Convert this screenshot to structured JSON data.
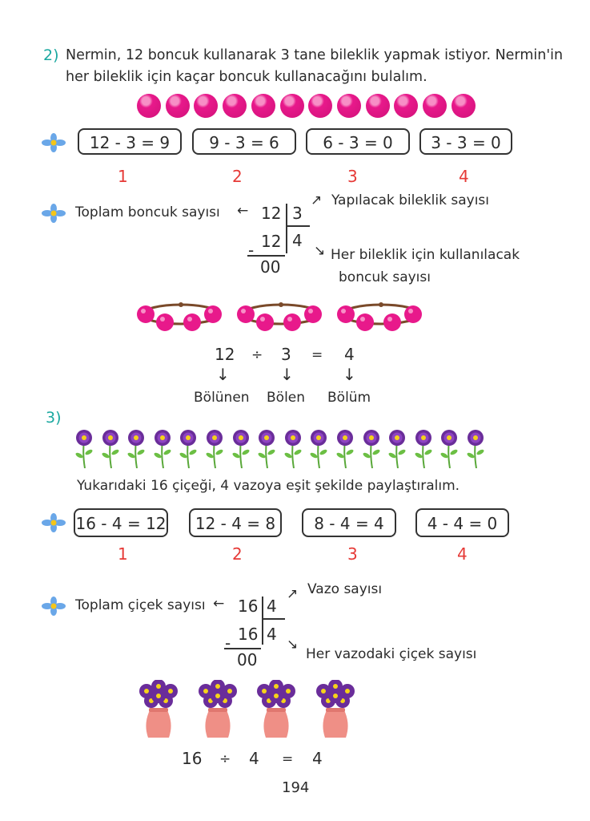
{
  "problem2": {
    "number": "2)",
    "line1": "Nermin, 12 boncuk kullanarak 3 tane bileklik yapmak istiyor. Nermin'in",
    "line2": "her bileklik için kaçar boncuk kullanacağını bulalım.",
    "bead_count": 12,
    "steps": [
      "12 - 3 = 9",
      "9 - 3 = 6",
      "6 - 3 = 0",
      "3 - 3 = 0"
    ],
    "step_numbers": [
      "1",
      "2",
      "3",
      "4"
    ],
    "division": {
      "total_label": "Toplam boncuk sayısı",
      "dividend": "12",
      "divisor": "3",
      "product": "12",
      "quotient": "4",
      "minus": "-",
      "remainder": "00",
      "divisor_label": "Yapılacak bileklik sayısı",
      "quotient_label_1": "Her bileklik için kullanılacak",
      "quotient_label_2": "boncuk sayısı"
    },
    "bracelet_count": 3,
    "equation": {
      "a": "12",
      "op": "÷",
      "b": "3",
      "eq": "=",
      "c": "4"
    },
    "terms": {
      "dividend": "Bölünen",
      "divisor": "Bölen",
      "quotient": "Bölüm"
    }
  },
  "problem3": {
    "number": "3)",
    "flower_count": 16,
    "caption": "Yukarıdaki 16 çiçeği, 4 vazoya eşit şekilde paylaştıralım.",
    "steps": [
      "16 - 4 = 12",
      "12 - 4 = 8",
      "8 - 4 = 4",
      "4 - 4 = 0"
    ],
    "step_numbers": [
      "1",
      "2",
      "3",
      "4"
    ],
    "division": {
      "total_label": "Toplam çiçek sayısı",
      "dividend": "16",
      "divisor": "4",
      "product": "16",
      "quotient": "4",
      "minus": "-",
      "remainder": "00",
      "divisor_label": "Vazo sayısı",
      "quotient_label": "Her vazodaki çiçek sayısı"
    },
    "vase_count": 4,
    "equation": {
      "a": "16",
      "op": "÷",
      "b": "4",
      "eq": "=",
      "c": "4"
    }
  },
  "page_number": "194",
  "colors": {
    "accent": "#1ba8a0",
    "red": "#e63a37",
    "bead": "#e8198b"
  }
}
